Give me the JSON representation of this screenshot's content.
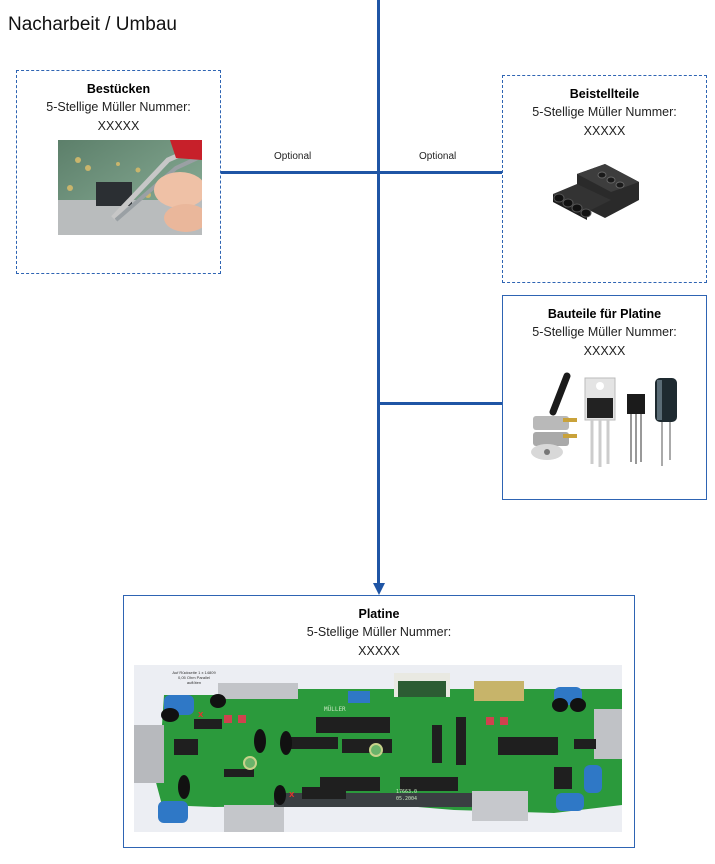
{
  "title": "Nacharbeit / Umbau",
  "connectors": {
    "left_label": "Optional",
    "right_label": "Optional",
    "color": "#1f55a5"
  },
  "boxes": {
    "bestuecken": {
      "heading": "Bestücken",
      "number_label": "5-Stellige Müller Nummer:",
      "number_value": "XXXXX",
      "image": "pcb-soldering-tweezers-photo"
    },
    "beistellteile": {
      "heading": "Beistellteile",
      "number_label": "5-Stellige Müller Nummer:",
      "number_value": "XXXXX",
      "image": "black-connector-housing-photo"
    },
    "bauteile": {
      "heading": "Bauteile für Platine",
      "number_label": "5-Stellige Müller Nummer:",
      "number_value": "XXXXX",
      "image": "electronic-components-photo"
    },
    "platine": {
      "heading": "Platine",
      "number_label": "5-Stellige Müller Nummer:",
      "number_value": "XXXXX",
      "image": "circuit-board-photo",
      "photo_annotation": [
        "Auf Rückseite 1 x 14809",
        "0,05 Ohm Parallel",
        "auflöten"
      ],
      "board_marking": [
        "17663.0",
        "05.2004"
      ],
      "board_brand": "MÜLLER"
    }
  }
}
